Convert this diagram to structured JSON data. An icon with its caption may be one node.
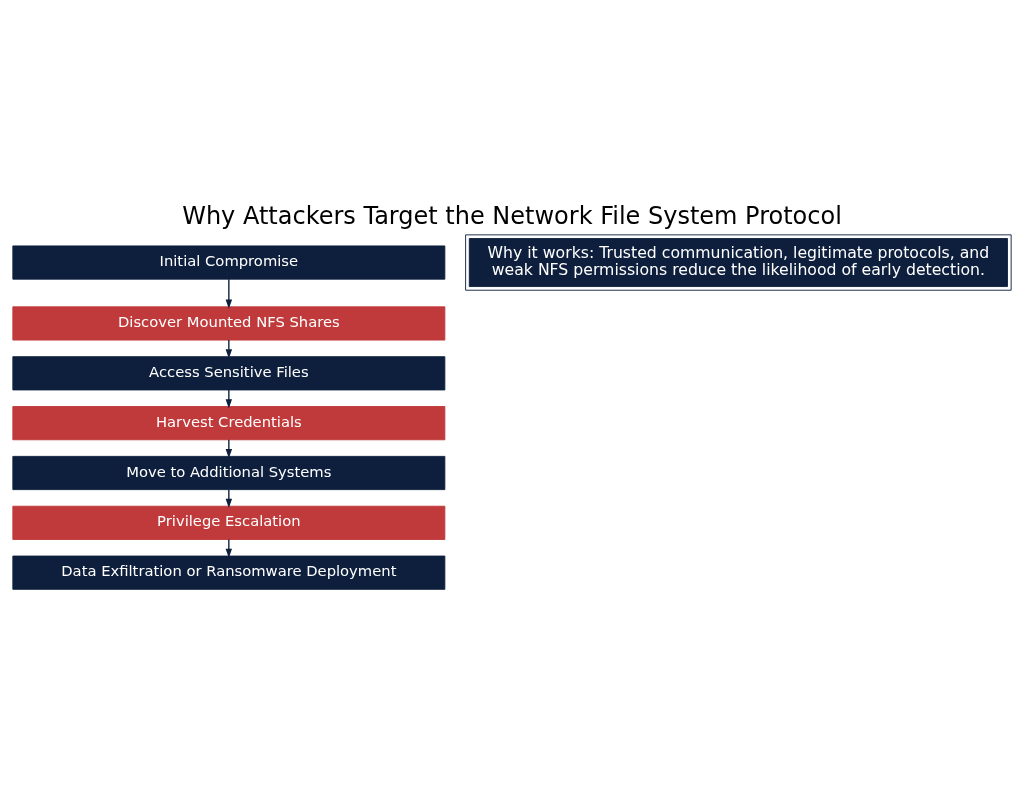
{
  "diagram": {
    "title": "Why Attackers Target the Network File System Protocol",
    "nodes": [
      {
        "text": [
          "Initial Compromise"
        ]
      },
      {
        "text": [
          "Discover Mounted NFS Shares"
        ]
      },
      {
        "text": [
          "Access Sensitive Files"
        ]
      },
      {
        "text": [
          "Harvest Credentials"
        ]
      },
      {
        "text": [
          "Move to Additional Systems"
        ]
      },
      {
        "text": [
          "Privilege Escalation"
        ]
      },
      {
        "text": [
          "Data Exfiltration or Ransomware Deployment"
        ]
      },
      {
        "text": [
          "Why it works: Trusted communication, legitimate protocols, and weak NFS permissions reduce the likelihood of early detection."
        ]
      }
    ],
    "edges": [
      {
        "from": 0,
        "to": 1,
        "arrow": "to"
      },
      {
        "from": 1,
        "to": 2,
        "arrow": "to"
      },
      {
        "from": 2,
        "to": 3,
        "arrow": "to"
      },
      {
        "from": 3,
        "to": 4,
        "arrow": "to"
      },
      {
        "from": 4,
        "to": 5,
        "arrow": "to"
      },
      {
        "from": 5,
        "to": 6,
        "arrow": "to"
      }
    ]
  }
}
